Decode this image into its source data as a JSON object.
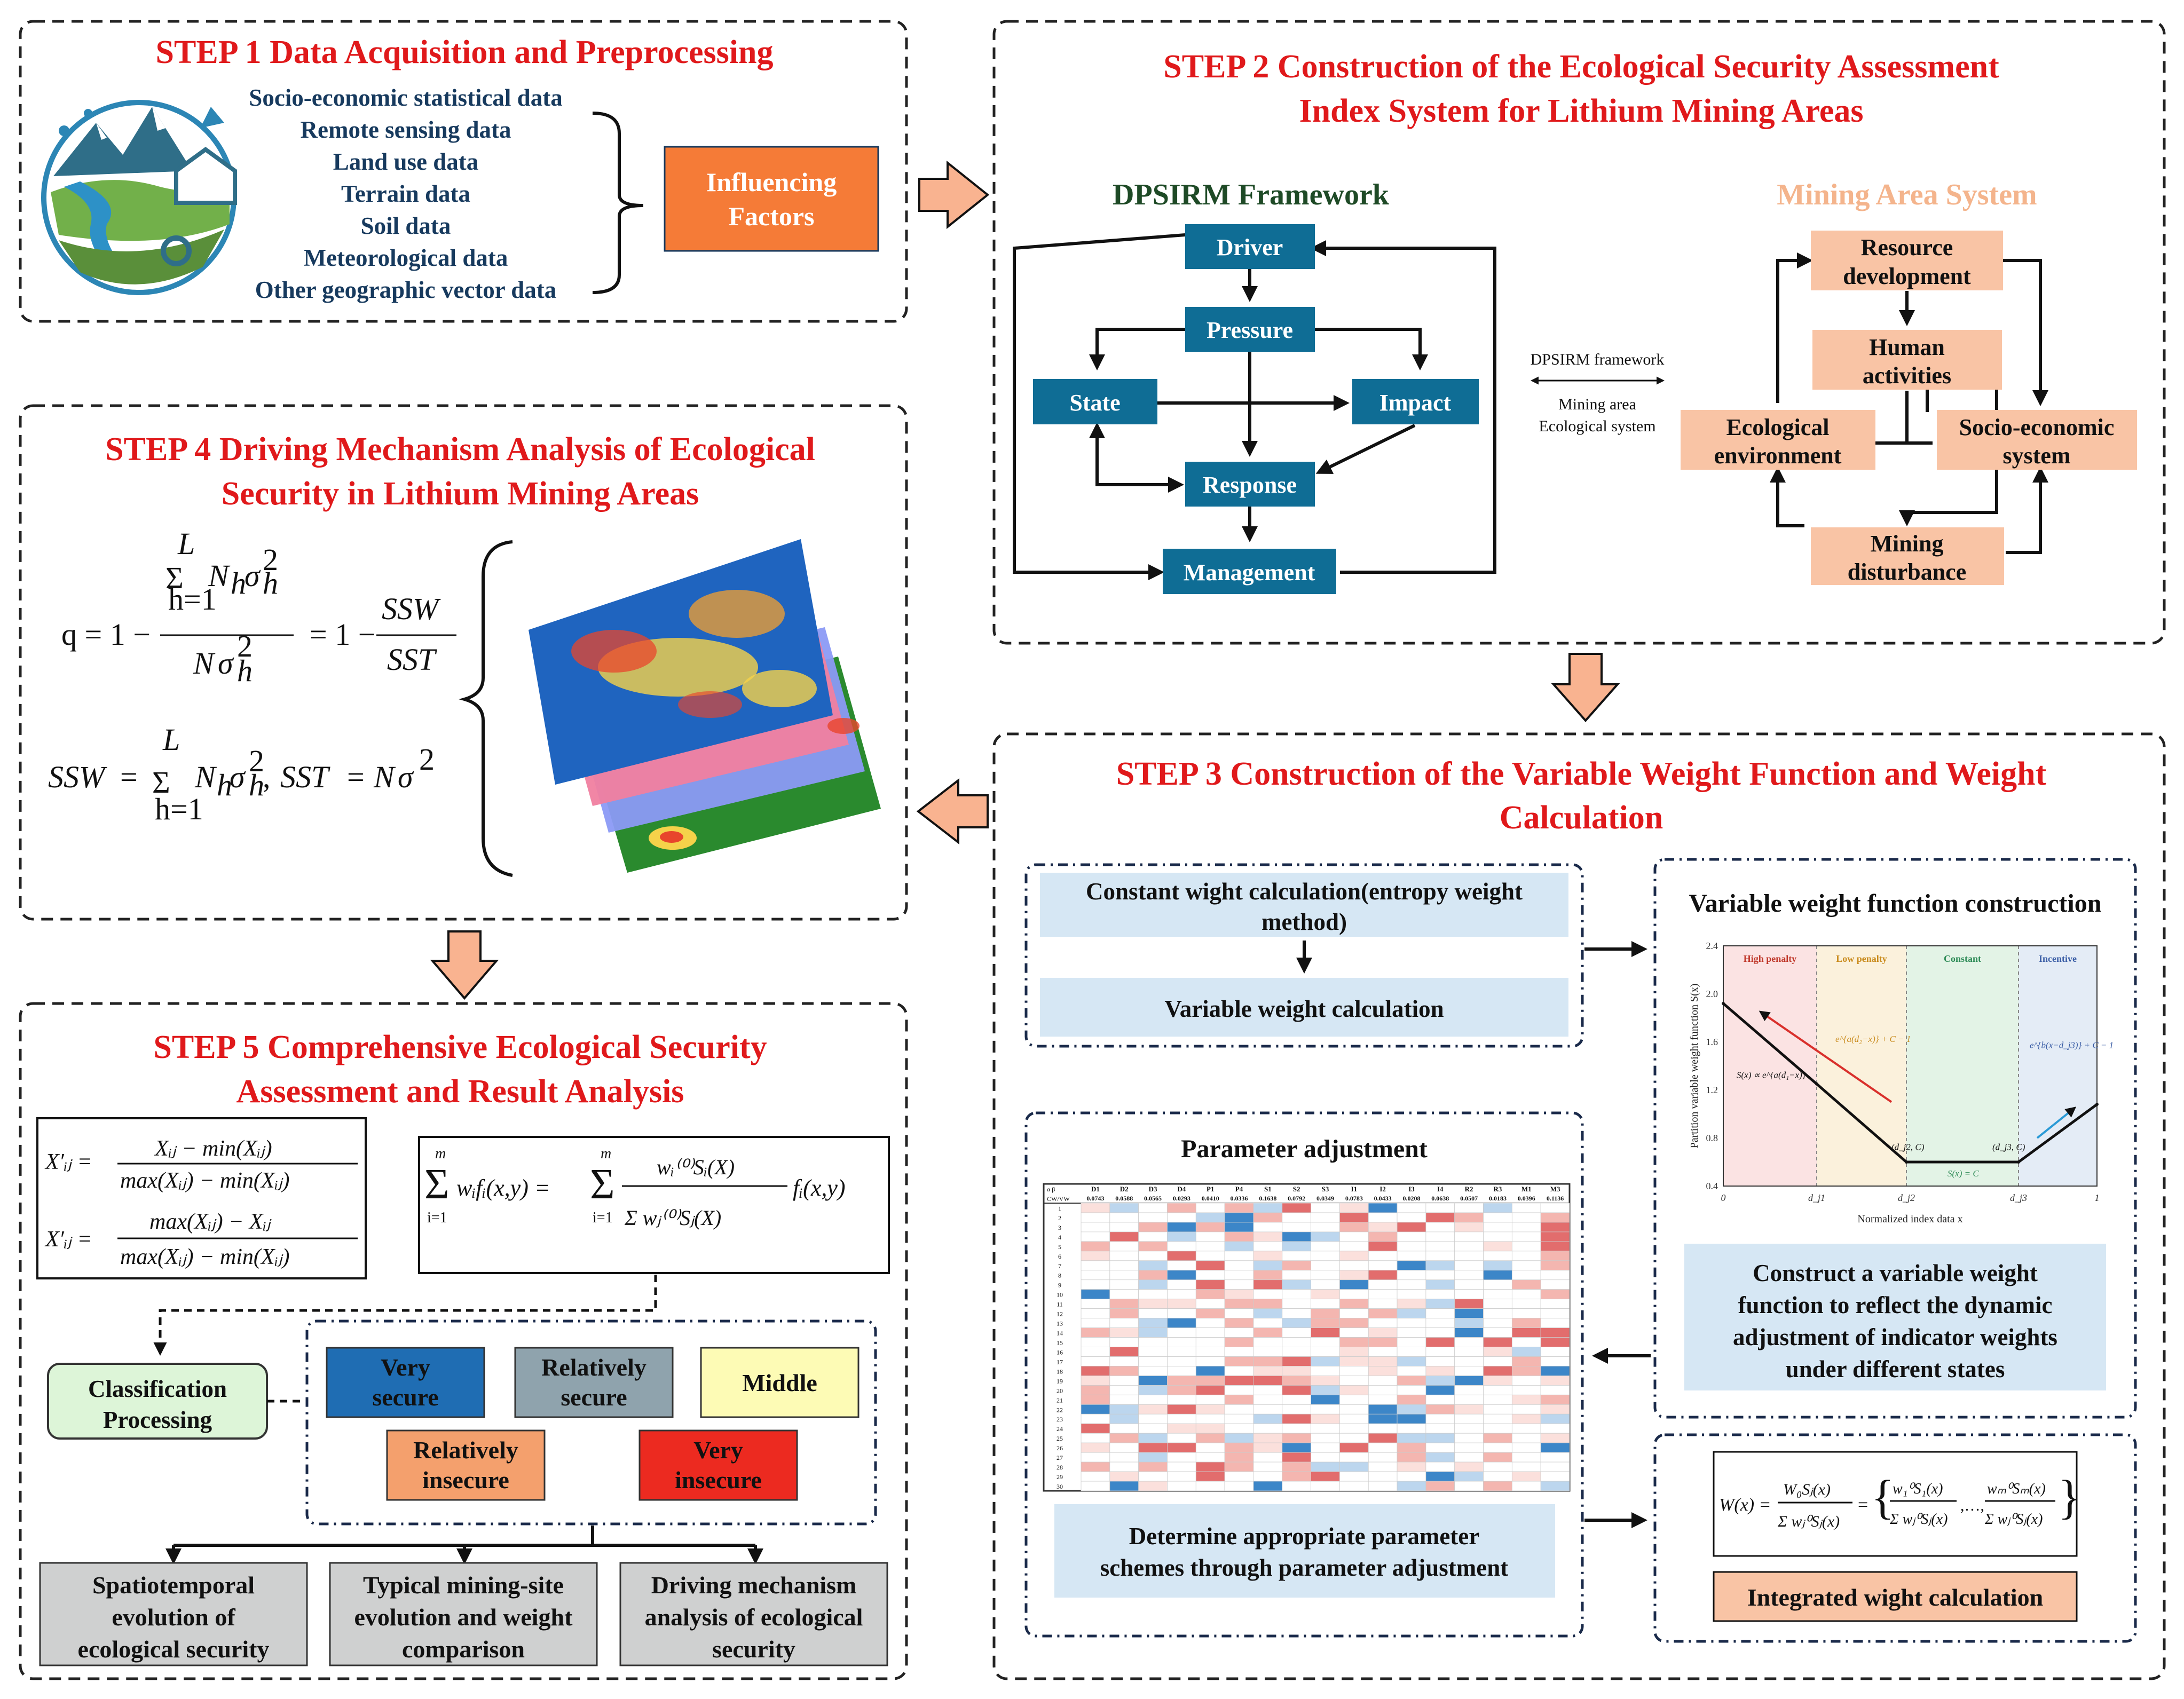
{
  "step1": {
    "title": "STEP 1 Data Acquisition and Preprocessing",
    "data_sources": [
      "Socio-economic statistical data",
      "Remote sensing data",
      "Land use data",
      "Terrain data",
      "Soil data",
      "Meteorological data",
      "Other geographic vector data"
    ],
    "factor_box": [
      "Influencing",
      "Factors"
    ],
    "icon": "landscape-data-icon"
  },
  "step2": {
    "title_lines": [
      "STEP 2 Construction of the Ecological Security Assessment",
      "Index System for Lithium  Mining Areas"
    ],
    "dpsirm_title": "DPSIRM Framework",
    "dpsirm_nodes": {
      "driver": "Driver",
      "pressure": "Pressure",
      "state": "State",
      "impact": "Impact",
      "response": "Response",
      "management": "Management"
    },
    "link_labels": {
      "top": "DPSIRM framework",
      "bottom_1": "Mining  area",
      "bottom_2": "Ecological  system"
    },
    "mining_title": "Mining Area System",
    "mining_nodes": {
      "resource": [
        "Resource",
        "development"
      ],
      "human": [
        "Human",
        "activities"
      ],
      "ecological": [
        "Ecological",
        "environment"
      ],
      "socio": [
        "Socio-economic",
        "system"
      ],
      "disturbance": [
        "Mining",
        "disturbance"
      ]
    }
  },
  "step3": {
    "title_lines": [
      "STEP 3 Construction of the Variable Weight Function and Weight",
      "Calculation"
    ],
    "constant_box": [
      "Constant wight calculation(entropy weight",
      "method)"
    ],
    "variable_box": "Variable weight calculation",
    "param_title": "Parameter adjustment",
    "param_box": [
      "Determine appropriate parameter",
      "schemes through parameter adjustment"
    ],
    "vwf_title": "Variable weight function construction",
    "vwf_box": [
      "Construct a variable weight",
      "function to reflect the dynamic",
      "adjustment of indicator weights",
      "under different states"
    ],
    "integrated_label": "Integrated wight calculation",
    "table_headers": [
      "D1",
      "D2",
      "D3",
      "D4",
      "P1",
      "P4",
      "S1",
      "S2",
      "S3",
      "I1",
      "I2",
      "I3",
      "I4",
      "R2",
      "R3",
      "M1",
      "M3"
    ],
    "table_weights": [
      "0.0743",
      "0.0588",
      "0.0565",
      "0.0293",
      "0.0410",
      "0.0336",
      "0.1638",
      "0.0792",
      "0.0349",
      "0.0783",
      "0.0433",
      "0.0208",
      "0.0638",
      "0.0507",
      "0.0183",
      "0.0396",
      "0.1136"
    ],
    "table_corner": [
      "α β",
      "CW/VW"
    ]
  },
  "step4": {
    "title_lines": [
      "STEP 4 Driving Mechanism Analysis of Ecological",
      "Security in Lithium  Mining Areas"
    ]
  },
  "step5": {
    "title_lines": [
      "STEP 5 Comprehensive Ecological Security",
      "Assessment and Result Analysis"
    ],
    "classification_box": [
      "Classification",
      "Processing"
    ],
    "levels": [
      {
        "label": [
          "Very",
          "secure"
        ],
        "color": "#1f6db3"
      },
      {
        "label": [
          "Relatively",
          "secure"
        ],
        "color": "#8fa3ad"
      },
      {
        "label": [
          "Middle"
        ],
        "color": "#fdfbb5"
      },
      {
        "label": [
          "Relatively",
          "insecure"
        ],
        "color": "#f4a06d"
      },
      {
        "label": [
          "Very",
          "insecure"
        ],
        "color": "#ec2a20"
      }
    ],
    "outcomes": [
      [
        "Spatiotemporal",
        "evolution of",
        "ecological security"
      ],
      [
        "Typical mining-site",
        "evolution and weight",
        "comparison"
      ],
      [
        "Driving mechanism",
        "analysis of ecological",
        "security"
      ]
    ]
  },
  "chart_data": {
    "type": "line",
    "title": "",
    "xlabel": "Normalized index data x",
    "ylabel": "Partition variable weight function S(x)",
    "x_ticks": [
      "0",
      "d_j1",
      "d_j2",
      "d_j3",
      "1"
    ],
    "y_ticks": [
      "0.4",
      "0.8",
      "1.2",
      "1.6",
      "2.0",
      "2.4"
    ],
    "ylim": [
      0.4,
      2.4
    ],
    "regions": [
      {
        "name": "High penalty",
        "color": "#fbe3e3"
      },
      {
        "name": "Low penalty",
        "color": "#fbf1dc"
      },
      {
        "name": "Constant",
        "color": "#e3f3e6"
      },
      {
        "name": "Incentive",
        "color": "#e4ecf6"
      }
    ],
    "annotations": [
      "S(x) ∝ e^{a(d₁−x)}",
      "e^{a(d₂−x)} + C − 1",
      "(d_j2, C)",
      "(d_j3, C)",
      "S(x) = C",
      "e^{b(x−d_j3)} + C − 1"
    ],
    "points": [
      [
        0,
        1.92
      ],
      [
        0.25,
        1.25
      ],
      [
        0.49,
        0.6
      ],
      [
        0.79,
        0.6
      ],
      [
        1.0,
        1.08
      ]
    ]
  },
  "colors": {
    "accent_red": "#e0191b",
    "dpsirm_blue": "#0f6d95",
    "peach": "#f9c4a5",
    "orange": "#f57b37",
    "navy": "#173a5e",
    "light_blue": "#d6e7f4"
  }
}
